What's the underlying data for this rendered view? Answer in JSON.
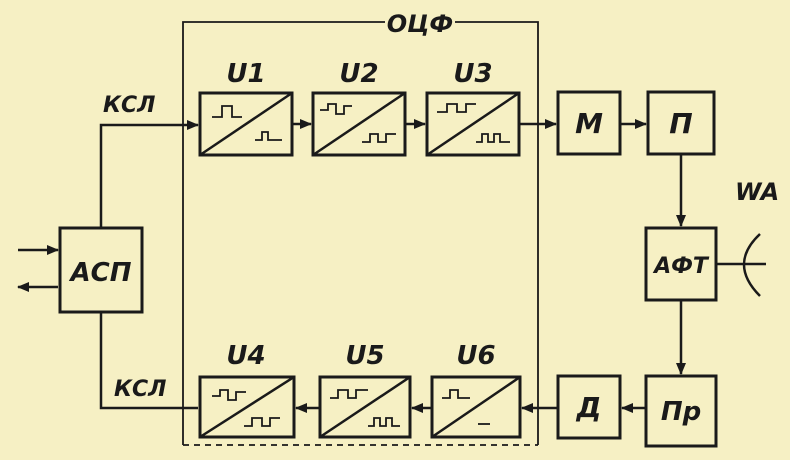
{
  "frame": {
    "label": "ОЦФ"
  },
  "blocks": {
    "asp": "АСП",
    "u1": "U1",
    "u2": "U2",
    "u3": "U3",
    "u4": "U4",
    "u5": "U5",
    "u6": "U6",
    "m": "М",
    "p": "П",
    "aft": "АФТ",
    "pr": "Пр",
    "d": "Д"
  },
  "antenna": {
    "label": "WA"
  },
  "links": {
    "top": "КСЛ",
    "bottom": "КСЛ"
  }
}
